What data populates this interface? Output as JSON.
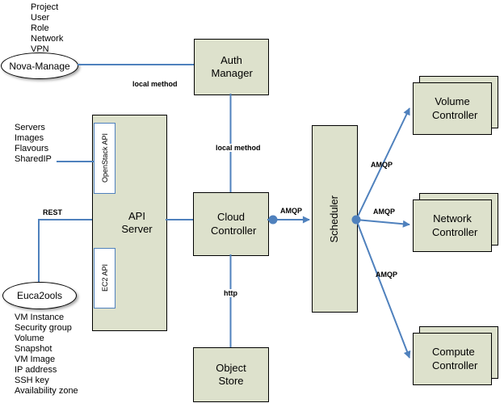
{
  "colors": {
    "node_fill": "#dde1cc",
    "node_border": "#000000",
    "connector_blue": "#4f81bd",
    "background": "#ffffff"
  },
  "nodes": {
    "nova_manage": "Nova-Manage",
    "euca2ools": "Euca2ools",
    "auth_manager": "Auth Manager",
    "api_server": "API Server",
    "openstack_api": "OpenStack API",
    "ec2_api": "EC2 API",
    "cloud_controller": "Cloud Controller",
    "scheduler": "Scheduler",
    "object_store": "Object Store",
    "volume_controller": "Volume Controller",
    "network_controller": "Network Controller",
    "compute_controller": "Compute Controller"
  },
  "edge_labels": {
    "nova_manage_auth": "local method",
    "auth_cloud": "local method",
    "euca_api": "REST",
    "cloud_scheduler": "AMQP",
    "scheduler_volume": "AMQP",
    "scheduler_network": "AMQP",
    "scheduler_compute": "AMQP",
    "cloud_object": "http"
  },
  "lists": {
    "nova_manage_items": [
      "Project",
      "User",
      "Role",
      "Network",
      "VPN"
    ],
    "openstack_api_items": [
      "Servers",
      "Images",
      "Flavours",
      "SharedIP"
    ],
    "euca2ools_items": [
      "VM Instance",
      "Security group",
      "Volume",
      "Snapshot",
      "VM Image",
      "IP address",
      "SSH key",
      "Availability zone"
    ]
  }
}
